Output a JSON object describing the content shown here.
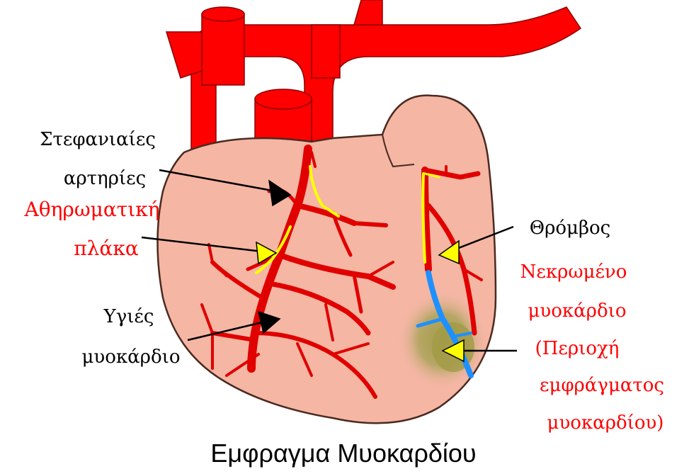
{
  "diagram": {
    "title": "Εμφραγμα Μυοκαρδίου",
    "labels": {
      "coronary_l1": "Στεφανιαίες",
      "coronary_l2": "αρτηρίες",
      "plaque_l1": "Αθηρωματική",
      "plaque_l2": "πλάκα",
      "healthy_l1": "Υγιές",
      "healthy_l2": "μυοκάρδιο",
      "thrombus": "Θρόμβος",
      "necrotic_l1": "Νεκρωμένο",
      "necrotic_l2": "μυοκάρδιο",
      "necrotic_l3": "(Περιοχή",
      "necrotic_l4": "εμφράγματος",
      "necrotic_l5": "μυοκαρδίου)"
    },
    "colors": {
      "artery": "#ff0000",
      "myocardium": "#f5b6a3",
      "plaque": "#ffff00",
      "pointer": "#000000",
      "healthy_label": "#000000",
      "warning_label": "#ff0000",
      "infarct": "#a39b48",
      "blocked_vessel": "#1e90ff"
    }
  }
}
